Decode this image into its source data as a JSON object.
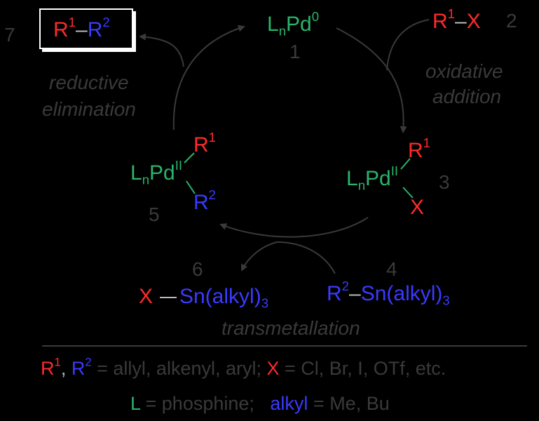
{
  "compounds": {
    "pd0": {
      "L": "L",
      "n": "n",
      "Pd": "Pd",
      "ox": "0",
      "num": "1"
    },
    "rx": {
      "R": "R",
      "sup": "1",
      "bond": "–",
      "X": "X",
      "num": "2"
    },
    "pd3": {
      "L": "L",
      "n": "n",
      "Pd": "Pd",
      "ox": "II",
      "R": "R",
      "sup": "1",
      "X": "X",
      "num": "3"
    },
    "rsn4": {
      "R": "R",
      "sup": "2",
      "bond": "–",
      "Sn": "Sn(alkyl)",
      "sub": "3",
      "num": "4"
    },
    "pd5": {
      "L": "L",
      "n": "n",
      "Pd": "Pd",
      "ox": "II",
      "R1": "R",
      "sup1": "1",
      "R2": "R",
      "sup2": "2",
      "num": "5"
    },
    "xsn6": {
      "X": "X",
      "Sn": "Sn(alkyl)",
      "sub": "3",
      "num": "6"
    },
    "product7": {
      "R1": "R",
      "sup1": "1",
      "bond": "–",
      "R2": "R",
      "sup2": "2",
      "num": "7"
    }
  },
  "steps": {
    "oxidative": [
      "oxidative",
      "addition"
    ],
    "reductive": [
      "reductive",
      "elimination"
    ],
    "transmetallation": "transmetallation"
  },
  "legend": {
    "line1": {
      "r1": "R",
      "r1sup": "1",
      "comma": ", ",
      "r2": "R",
      "r2sup": "2",
      "eq1": " = allyl, alkenyl, aryl; ",
      "x": "X",
      "eq2": " = Cl, Br, I, OTf, etc."
    },
    "line2": {
      "l": "L",
      "eq1": " = phosphine;   ",
      "alkyl": "alkyl",
      "eq2": " = Me, Bu"
    }
  },
  "colors": {
    "r1": "#ff2a2a",
    "r2": "#3a3aff",
    "pd": "#2bb36b",
    "labels": "#3a3a3a",
    "arrows": "#3a3a3a"
  }
}
